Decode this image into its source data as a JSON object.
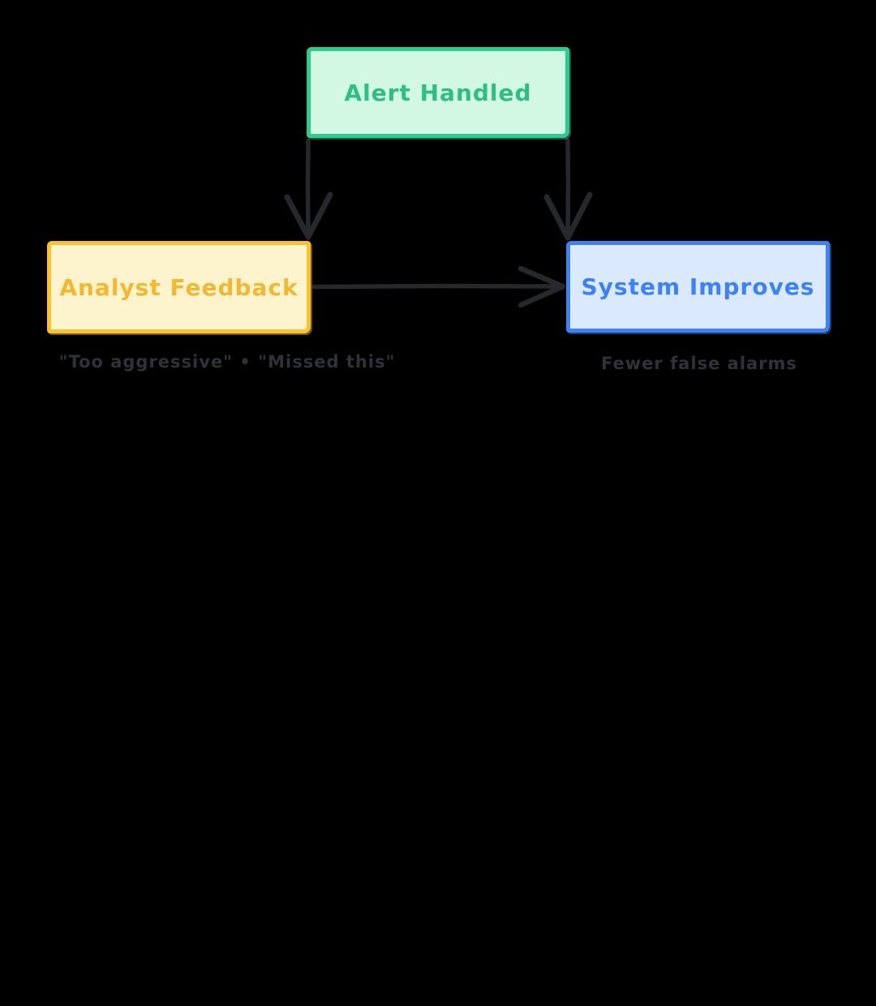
{
  "canvas": {
    "background_color": "#000000"
  },
  "diagram": {
    "nodes": [
      {
        "id": "alert-handled",
        "label": "Alert Handled",
        "fill": "#d2f7e2",
        "border_color": "#2fcb8e",
        "text_color": "#2dbd85"
      },
      {
        "id": "analyst-feedback",
        "label": "Analyst Feedback",
        "fill": "#fdf3cd",
        "border_color": "#f9c22e",
        "text_color": "#f2b831"
      },
      {
        "id": "system-improves",
        "label": "System Improves",
        "fill": "#dbe9fd",
        "border_color": "#4081f1",
        "text_color": "#3d82f4"
      }
    ],
    "edges": [
      {
        "from": "alert-handled",
        "to": "analyst-feedback",
        "style": "arrow"
      },
      {
        "from": "alert-handled",
        "to": "system-improves",
        "style": "arrow"
      },
      {
        "from": "analyst-feedback",
        "to": "system-improves",
        "style": "arrow"
      }
    ],
    "edge_color": "#26282b",
    "captions": [
      {
        "for": "analyst-feedback",
        "text": "\"Too aggressive\" • \"Missed this\"",
        "color": "#2f3338"
      },
      {
        "for": "system-improves",
        "text": "Fewer false alarms",
        "color": "#2f3338"
      }
    ]
  }
}
